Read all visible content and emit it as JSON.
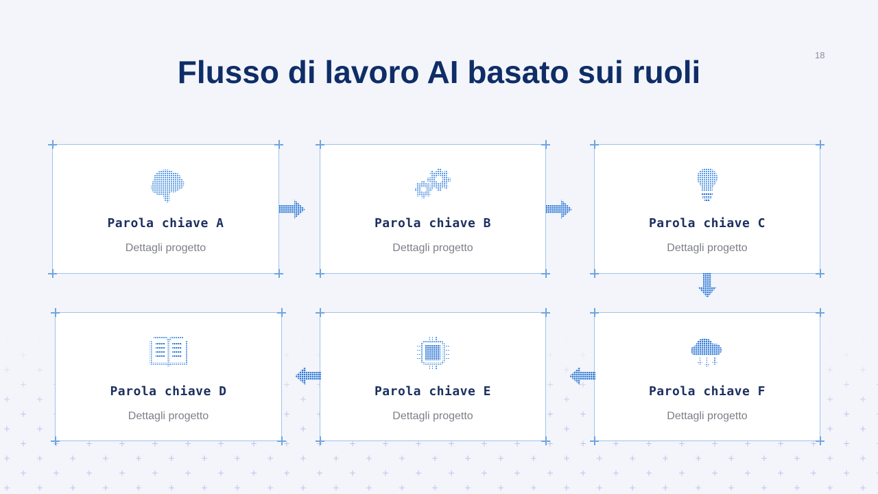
{
  "slide": {
    "title": "Flusso di lavoro AI basato sui ruoli",
    "page_number": "18"
  },
  "colors": {
    "title": "#0f2d66",
    "keyword": "#1b2f5e",
    "detail": "#7c7f87",
    "accent": "#2f7ad6",
    "card_border": "#9fc3ea"
  },
  "cards": [
    {
      "keyword": "Parola chiave A",
      "detail": "Dettagli progetto",
      "icon": "brain-icon"
    },
    {
      "keyword": "Parola chiave B",
      "detail": "Dettagli progetto",
      "icon": "gears-icon"
    },
    {
      "keyword": "Parola chiave C",
      "detail": "Dettagli progetto",
      "icon": "lightbulb-icon"
    },
    {
      "keyword": "Parola chiave D",
      "detail": "Dettagli progetto",
      "icon": "open-book-icon"
    },
    {
      "keyword": "Parola chiave E",
      "detail": "Dettagli progetto",
      "icon": "cpu-chip-icon"
    },
    {
      "keyword": "Parola chiave F",
      "detail": "Dettagli progetto",
      "icon": "cloud-download-icon"
    }
  ],
  "arrows": [
    {
      "from": "A",
      "to": "B",
      "direction": "right"
    },
    {
      "from": "B",
      "to": "C",
      "direction": "right"
    },
    {
      "from": "C",
      "to": "F",
      "direction": "down"
    },
    {
      "from": "F",
      "to": "E",
      "direction": "left"
    },
    {
      "from": "E",
      "to": "D",
      "direction": "left"
    }
  ]
}
